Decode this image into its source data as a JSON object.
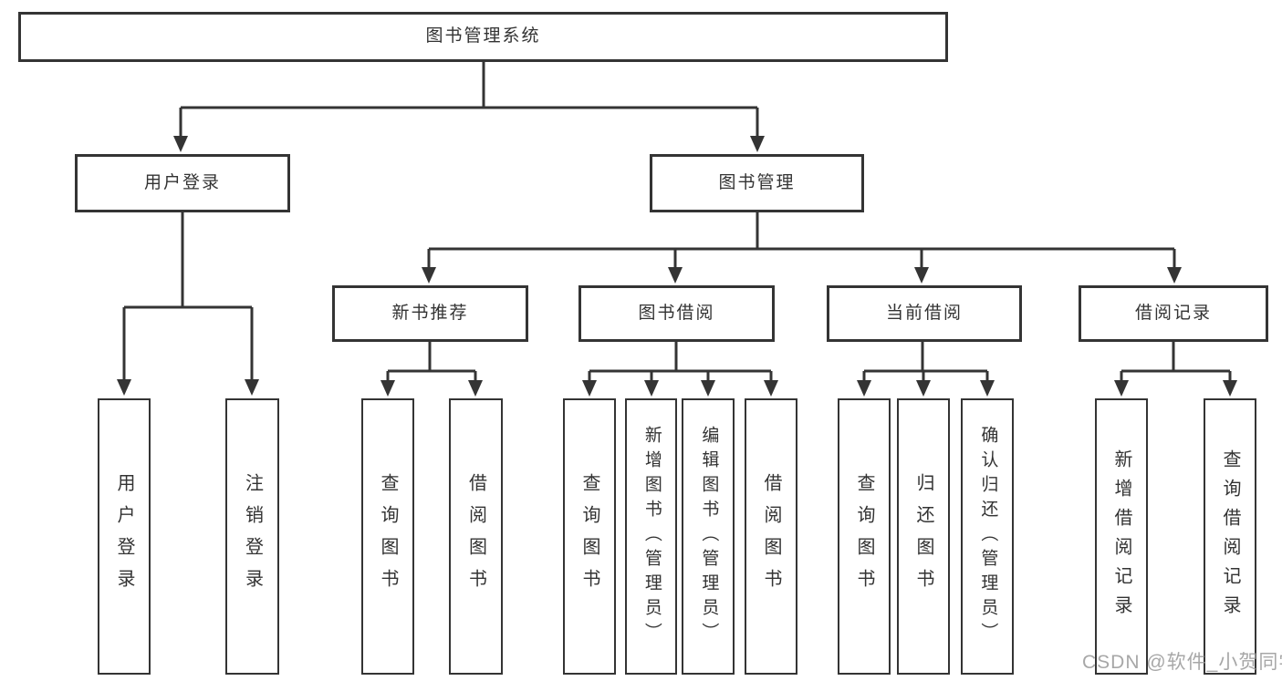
{
  "diagram": {
    "type": "tree",
    "title": "图书管理系统",
    "colors": {
      "background": "#ffffff",
      "line": "#343434",
      "box_border": "#343434",
      "text": "#333333",
      "watermark": "#9e9e9e"
    },
    "nodes": [
      {
        "id": "root",
        "label": "图书管理系统",
        "parent": null
      },
      {
        "id": "user-login",
        "label": "用户登录",
        "parent": "root"
      },
      {
        "id": "book-management",
        "label": "图书管理",
        "parent": "root"
      },
      {
        "id": "user-login-leaf",
        "label": "用户登录",
        "parent": "user-login"
      },
      {
        "id": "logout-leaf",
        "label": "注销登录",
        "parent": "user-login"
      },
      {
        "id": "new-book-recommend",
        "label": "新书推荐",
        "parent": "book-management"
      },
      {
        "id": "book-borrowing",
        "label": "图书借阅",
        "parent": "book-management"
      },
      {
        "id": "current-borrowing",
        "label": "当前借阅",
        "parent": "book-management"
      },
      {
        "id": "borrowing-records",
        "label": "借阅记录",
        "parent": "book-management"
      },
      {
        "id": "query-books-recommend",
        "label": "查询图书",
        "parent": "new-book-recommend"
      },
      {
        "id": "borrow-books-recommend",
        "label": "借阅图书",
        "parent": "new-book-recommend"
      },
      {
        "id": "query-books-borrowing",
        "label": "查询图书",
        "parent": "book-borrowing"
      },
      {
        "id": "add-books-admin",
        "label": "新增图书（管理员）",
        "parent": "book-borrowing"
      },
      {
        "id": "edit-books-admin",
        "label": "编辑图书（管理员）",
        "parent": "book-borrowing"
      },
      {
        "id": "borrow-books-borrowing",
        "label": "借阅图书",
        "parent": "book-borrowing"
      },
      {
        "id": "query-books-current",
        "label": "查询图书",
        "parent": "current-borrowing"
      },
      {
        "id": "return-books",
        "label": "归还图书",
        "parent": "current-borrowing"
      },
      {
        "id": "confirm-return-admin",
        "label": "确认归还（管理员）",
        "parent": "current-borrowing"
      },
      {
        "id": "add-borrowing-record",
        "label": "新增借阅记录",
        "parent": "borrowing-records"
      },
      {
        "id": "query-borrowing-record",
        "label": "查询借阅记录",
        "parent": "borrowing-records"
      }
    ],
    "watermark": {
      "text": "CSDN @软件_小贺同学"
    }
  }
}
